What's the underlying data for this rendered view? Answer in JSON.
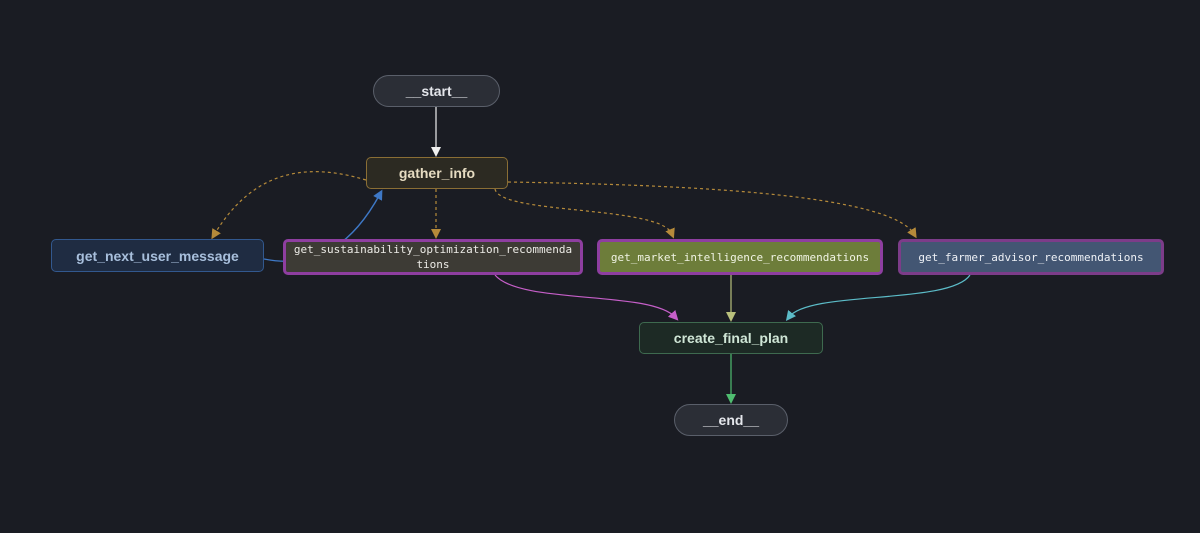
{
  "nodes": {
    "start": "__start__",
    "gather_info": "gather_info",
    "get_next_user_message": "get_next_user_message",
    "get_sustainability": "get_sustainability_optimization_recommendations",
    "get_market": "get_market_intelligence_recommendations",
    "get_farmer": "get_farmer_advisor_recommendations",
    "create_final_plan": "create_final_plan",
    "end": "__end__"
  },
  "edges": [
    {
      "from": "__start__",
      "to": "gather_info",
      "style": "solid",
      "color": "#f0f0f0"
    },
    {
      "from": "gather_info",
      "to": "get_next_user_message",
      "style": "dashed",
      "color": "#b58a3a"
    },
    {
      "from": "get_next_user_message",
      "to": "gather_info",
      "style": "solid",
      "color": "#3e78c6"
    },
    {
      "from": "gather_info",
      "to": "get_sustainability_optimization_recommendations",
      "style": "dashed",
      "color": "#b58a3a"
    },
    {
      "from": "gather_info",
      "to": "get_market_intelligence_recommendations",
      "style": "dashed",
      "color": "#b58a3a"
    },
    {
      "from": "gather_info",
      "to": "get_farmer_advisor_recommendations",
      "style": "dashed",
      "color": "#b58a3a"
    },
    {
      "from": "get_sustainability_optimization_recommendations",
      "to": "create_final_plan",
      "style": "solid",
      "color": "#c65fc9"
    },
    {
      "from": "get_market_intelligence_recommendations",
      "to": "create_final_plan",
      "style": "solid",
      "color": "#b9c07c"
    },
    {
      "from": "get_farmer_advisor_recommendations",
      "to": "create_final_plan",
      "style": "solid",
      "color": "#5cbcc8"
    },
    {
      "from": "create_final_plan",
      "to": "__end__",
      "style": "solid",
      "color": "#4fbd70"
    }
  ],
  "colors": {
    "background": "#1a1c23",
    "dashed_edge": "#b58a3a",
    "node_highlight_border": "#8e3ea0"
  }
}
